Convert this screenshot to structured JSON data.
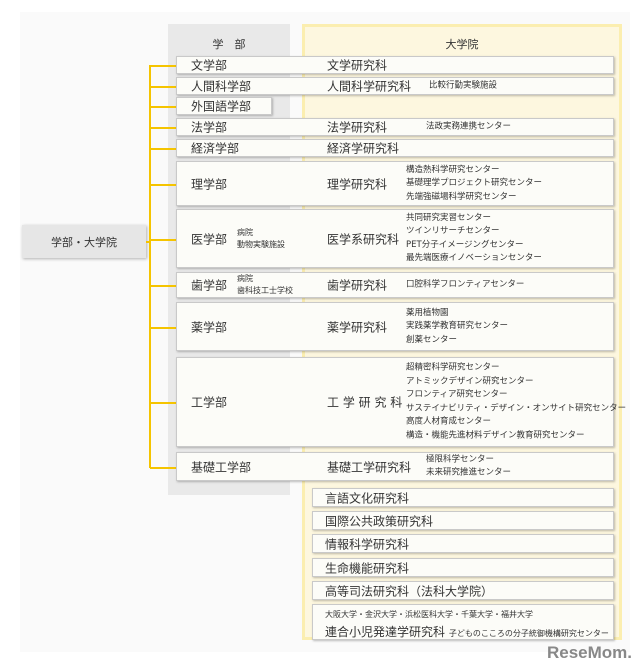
{
  "header": {
    "undergrad": "学　部",
    "graduate": "大学院"
  },
  "root": "学部・大学院",
  "rows": [
    {
      "dept": "文学部",
      "grad": "文学研究科",
      "centers": []
    },
    {
      "dept": "人間科学部",
      "grad": "人間科学研究科",
      "centers": [
        "比較行動実験施設"
      ]
    },
    {
      "dept": "外国語学部"
    },
    {
      "dept": "法学部",
      "grad": "法学研究科",
      "centers": [
        "法政実務連携センター"
      ]
    },
    {
      "dept": "経済学部",
      "grad": "経済学研究科",
      "centers": []
    },
    {
      "dept": "理学部",
      "grad": "理学研究科",
      "centers": [
        "構造熱科学研究センター",
        "基礎理学プロジェクト研究センター",
        "先端強磁場科学研究センター"
      ]
    },
    {
      "dept": "医学部",
      "dept_sub": [
        "病院",
        "動物実験施設"
      ],
      "grad": "医学系研究科",
      "centers": [
        "共同研究実習センター",
        "ツインリサーチセンター",
        "PET分子イメージングセンター",
        "最先端医療イノベーションセンター"
      ]
    },
    {
      "dept": "歯学部",
      "dept_sub": [
        "病院",
        "歯科技工士学校"
      ],
      "grad": "歯学研究科",
      "centers": [
        "口腔科学フロンティアセンター"
      ]
    },
    {
      "dept": "薬学部",
      "grad": "薬学研究科",
      "centers": [
        "薬用植物園",
        "実践薬学教育研究センター",
        "創薬センター"
      ]
    },
    {
      "dept": "工学部",
      "grad": "工 学 研 究 科",
      "centers": [
        "超精密科学研究センター",
        "アトミックデザイン研究センター",
        "フロンティア研究センター",
        "サステイナビリティ・デザイン・オンサイト研究センター",
        "高度人材育成センター",
        "構造・機能先進材料デザイン教育研究センター"
      ]
    },
    {
      "dept": "基礎工学部",
      "grad": "基礎工学研究科",
      "centers": [
        "極限科学センター",
        "未来研究推進センター"
      ]
    }
  ],
  "grad_only": [
    "言語文化研究科",
    "国際公共政策研究科",
    "情報科学研究科",
    "生命機能研究科",
    "高等司法研究科（法科大学院）"
  ],
  "joint": {
    "universities": "大阪大学・金沢大学・浜松医科大学・千葉大学・福井大学",
    "name": "連合小児発達学研究科",
    "center": "子どものこころの分子統御機構研究センター"
  },
  "logo": "ReseMom",
  "colors": {
    "connector": "#f5c400",
    "graduate_panel": "#fdf7df",
    "undergrad_panel": "#e9e9e9"
  }
}
